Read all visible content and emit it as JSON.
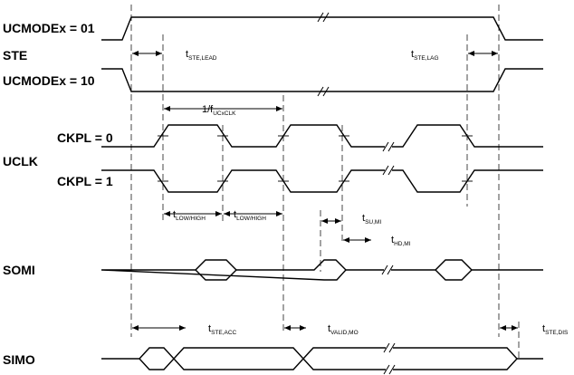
{
  "labels": {
    "ucmode01": "UCMODEx = 01",
    "ste": "STE",
    "ucmode10": "UCMODEx = 10",
    "ckpl0": "CKPL = 0",
    "uclk": "UCLK",
    "ckpl1": "CKPL = 1",
    "somi": "SOMI",
    "simo": "SIMO"
  },
  "timings": {
    "ste_lead": {
      "main": "t",
      "sub": "STE,LEAD"
    },
    "ste_lag": {
      "main": "t",
      "sub": "STE,LAG"
    },
    "period": {
      "main": "1/f",
      "sub": "UCxCLK"
    },
    "low_high_1": {
      "main": "t",
      "sub": "LOW/HIGH"
    },
    "low_high_2": {
      "main": "t",
      "sub": "LOW/HIGH"
    },
    "su_mi": {
      "main": "t",
      "sub": "SU,MI"
    },
    "hd_mi": {
      "main": "t",
      "sub": "HD,MI"
    },
    "ste_acc": {
      "main": "t",
      "sub": "STE,ACC"
    },
    "valid_mo": {
      "main": "t",
      "sub": "VALID,MO"
    },
    "ste_dis": {
      "main": "t",
      "sub": "STE,DIS"
    }
  }
}
